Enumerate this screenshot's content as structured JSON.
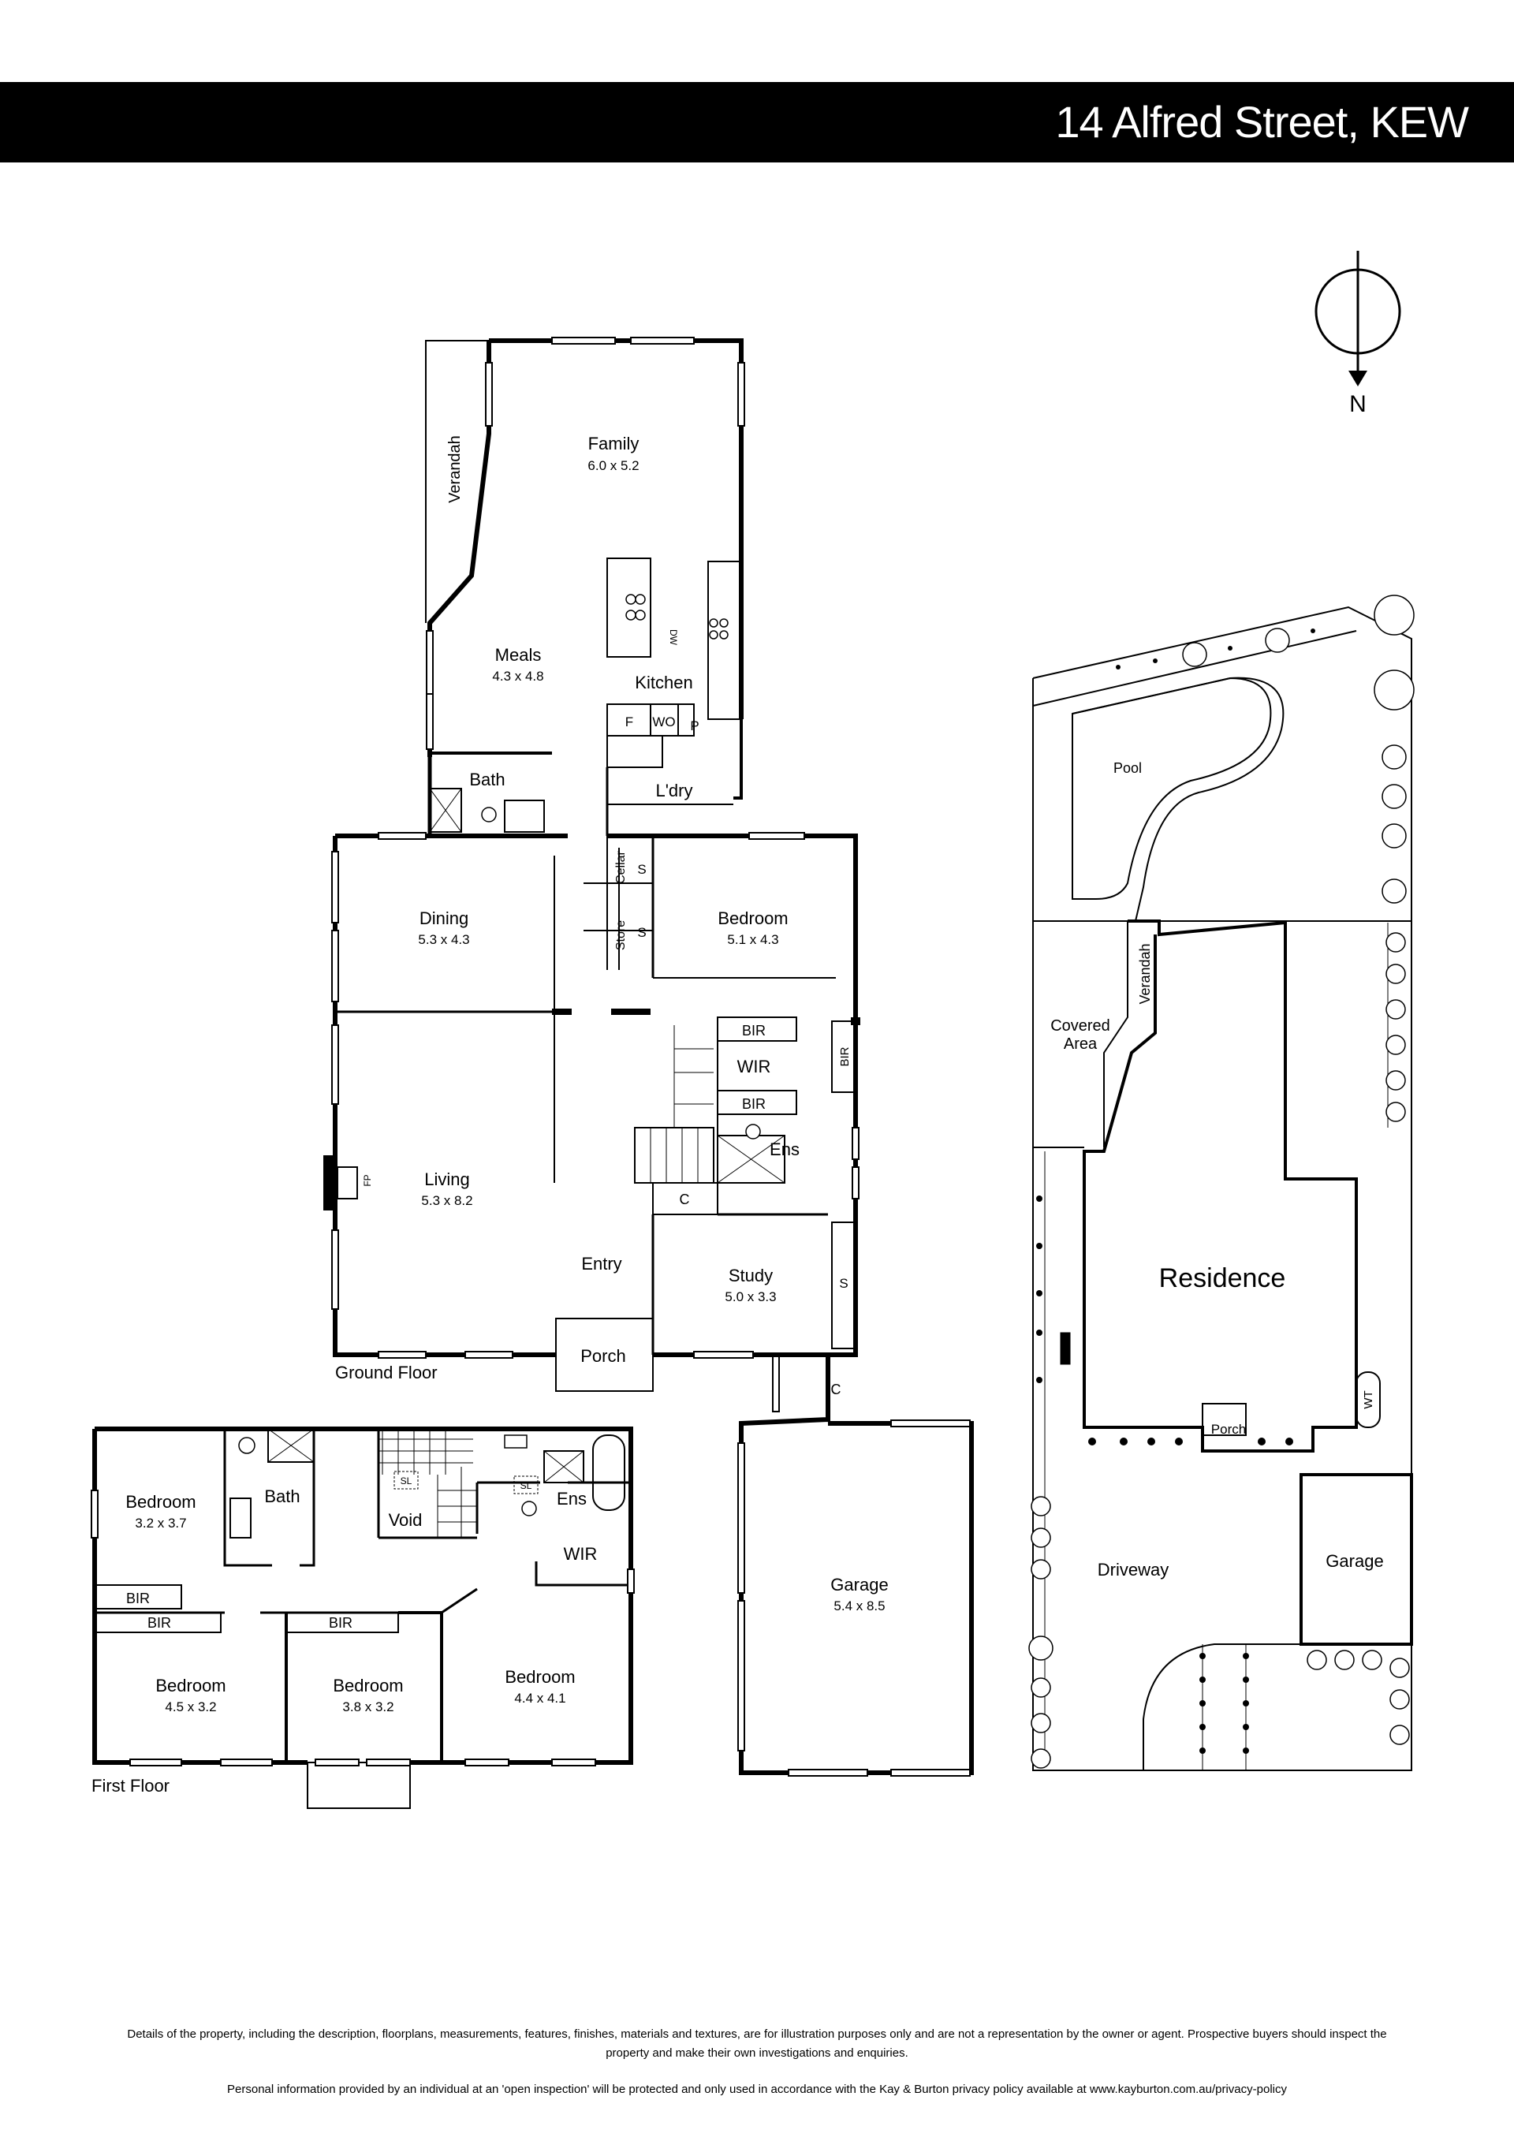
{
  "header": {
    "title": "14 Alfred Street, KEW"
  },
  "compass": {
    "label": "N"
  },
  "ground_floor": {
    "label": "Ground Floor",
    "rooms": {
      "family": {
        "name": "Family",
        "dims": "6.0 x 5.2"
      },
      "verandah": {
        "name": "Verandah"
      },
      "meals": {
        "name": "Meals",
        "dims": "4.3 x 4.8"
      },
      "kitchen": {
        "name": "Kitchen"
      },
      "dw": "DW",
      "fridge": "F",
      "wo": "WO",
      "pantry": "P",
      "bath": {
        "name": "Bath"
      },
      "laundry": {
        "name": "L'dry"
      },
      "dining": {
        "name": "Dining",
        "dims": "5.3 x 4.3"
      },
      "cellar": "Cellar",
      "store": "Store",
      "s1": "S",
      "s2": "S",
      "bedroom": {
        "name": "Bedroom",
        "dims": "5.1 x 4.3"
      },
      "bir1": "BIR",
      "wir": "WIR",
      "bir2": "BIR",
      "bir3": "BIR",
      "ens": "Ens",
      "living": {
        "name": "Living",
        "dims": "5.3 x 8.2"
      },
      "fp": "FP",
      "c1": "C",
      "entry": {
        "name": "Entry"
      },
      "study": {
        "name": "Study",
        "dims": "5.0 x 3.3"
      },
      "s3": "S",
      "porch": {
        "name": "Porch"
      },
      "c2": "C",
      "garage": {
        "name": "Garage",
        "dims": "5.4 x 8.5"
      }
    }
  },
  "first_floor": {
    "label": "First Floor",
    "rooms": {
      "bedroom1": {
        "name": "Bedroom",
        "dims": "3.2 x 3.7"
      },
      "bath": {
        "name": "Bath"
      },
      "void": {
        "name": "Void"
      },
      "sl1": "SL",
      "sl2": "SL",
      "ens": {
        "name": "Ens"
      },
      "wir": {
        "name": "WIR"
      },
      "bir1": "BIR",
      "bir2": "BIR",
      "bir3": "BIR",
      "bedroom2": {
        "name": "Bedroom",
        "dims": "4.5 x 3.2"
      },
      "bedroom3": {
        "name": "Bedroom",
        "dims": "3.8 x 3.2"
      },
      "bedroom4": {
        "name": "Bedroom",
        "dims": "4.4 x 4.1"
      }
    }
  },
  "site_plan": {
    "pool": "Pool",
    "covered_area": [
      "Covered",
      "Area"
    ],
    "verandah": "Verandah",
    "residence": "Residence",
    "porch": "Porch",
    "wt": "WT",
    "driveway": "Driveway",
    "garage": "Garage"
  },
  "footer": {
    "disclaimer_line1": "Details of the property, including the description, floorplans, measurements, features, finishes, materials and textures, are for illustration purposes only and are not a representation by the owner or agent.  Prospective buyers should inspect the",
    "disclaimer_line2": "property and make their own investigations and enquiries.",
    "privacy": "Personal information provided by an individual at an 'open inspection' will be protected and only used in accordance with the Kay & Burton privacy policy available at www.kayburton.com.au/privacy-policy"
  }
}
